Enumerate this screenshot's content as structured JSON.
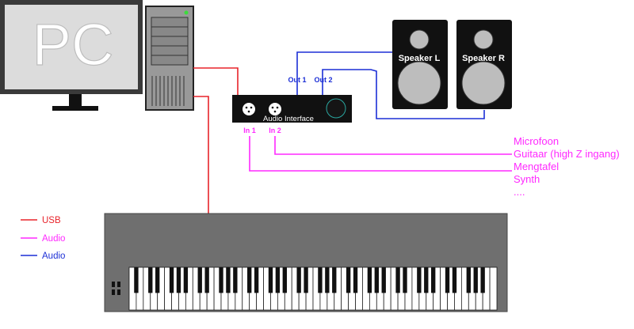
{
  "colors": {
    "usb": "#e8232a",
    "audio_in": "#ff29ff",
    "audio_out": "#1c2fd6",
    "device_dark": "#111111",
    "device_grey": "#9a9a9a",
    "keyboard_body": "#6f6f6f",
    "monitor_screen": "#dcdcdc",
    "knob_accent": "#2aa7a0",
    "power_led": "#3bdc3b"
  },
  "monitor": {
    "label": "PC"
  },
  "interface": {
    "label": "Audio Interface",
    "out1": "Out 1",
    "out2": "Out 2",
    "in1": "In 1",
    "in2": "In 2"
  },
  "speakers": [
    {
      "label": "Speaker L"
    },
    {
      "label": "Speaker R"
    }
  ],
  "sources": [
    "Microfoon",
    "Guitaar (high Z ingang)",
    "Mengtafel",
    "Synth",
    "...."
  ],
  "legend": [
    {
      "label": "USB",
      "color_key": "usb"
    },
    {
      "label": "Audio",
      "color_key": "audio_in"
    },
    {
      "label": "Audio",
      "color_key": "audio_out"
    }
  ],
  "keyboard": {
    "white_key_count": 52
  },
  "icons": {
    "pc": "monitor-icon",
    "tower": "pc-tower-icon",
    "interface": "audio-interface-icon",
    "speaker": "speaker-icon",
    "keyboard": "midi-keyboard-icon",
    "xlr": "xlr-jack-icon",
    "knob": "volume-knob-icon"
  }
}
